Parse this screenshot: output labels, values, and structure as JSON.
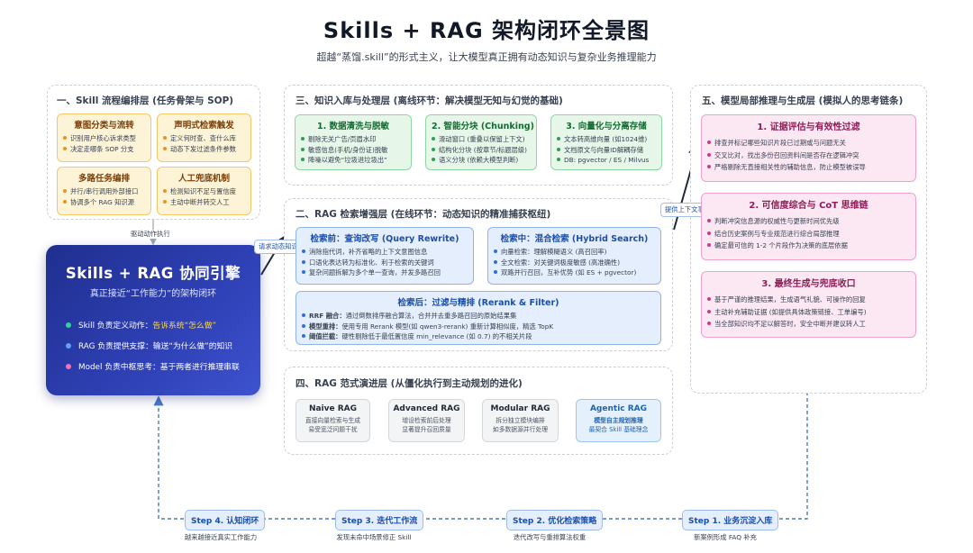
{
  "title": "Skills + RAG 架构闭环全景图",
  "subtitle": "超越“蒸馏.skill”的形式主义，让大模型真正拥有动态知识与复杂业务推理能力",
  "colors": {
    "orange": "#e8931c",
    "green": "#2f9e51",
    "blue": "#2f6fd6",
    "pink": "#d0368a",
    "engine": "#2e3fb3",
    "arrow": "#4a78c9"
  },
  "skill_layer": {
    "title": "一、Skill 流程编排层 (任务骨架与 SOP)",
    "cards": [
      {
        "title": "意图分类与流转",
        "items": [
          "识别用户核心诉求类型",
          "决定走哪条 SOP 分支"
        ]
      },
      {
        "title": "声明式检索触发",
        "items": [
          "定义何时查、查什么库",
          "动态下发过滤条件参数"
        ]
      },
      {
        "title": "多路任务编排",
        "items": [
          "并行/串行调用外部接口",
          "协调多个 RAG 知识源"
        ]
      },
      {
        "title": "人工兜底机制",
        "items": [
          "检测知识不足与置信度",
          "主动中断并转交人工"
        ]
      }
    ],
    "drive_label": "驱动动作执行"
  },
  "engine": {
    "title": "Skills + RAG 协同引擎",
    "subtitle": "真正接近“工作能力”的架构闭环",
    "rows": [
      {
        "prefix": "Skill 负责定义动作：",
        "highlight": "告诉系统“怎么做”",
        "color": "#34d399"
      },
      {
        "prefix": "RAG 负责提供支撑：输送“为什么做”的知识",
        "highlight": "",
        "color": "#60a5fa"
      },
      {
        "prefix": "Model 负责中枢思考：基于两者进行推理串联",
        "highlight": "",
        "color": "#f472b6"
      }
    ]
  },
  "knowledge_layer": {
    "title": "三、知识入库与处理层 (离线环节：解决模型无知与幻觉的基础)",
    "cards": [
      {
        "title": "1. 数据清洗与脱敏",
        "items": [
          "剔除无关广告/页眉水印",
          "敏感信息(手机/身份证)脱敏",
          "降噪以避免“垃圾进垃圾出”"
        ]
      },
      {
        "title": "2. 智能分块 (Chunking)",
        "items": [
          "滑动窗口 (重叠以保留上下文)",
          "结构化分块 (按章节/标题层级)",
          "语义分块 (依赖大模型判断)"
        ]
      },
      {
        "title": "3. 向量化与分离存储",
        "items": [
          "文本转高维向量 (如1024维)",
          "文档原文与向量ID解耦存储",
          "DB: pgvector / ES / Milvus"
        ]
      }
    ]
  },
  "retrieval_layer": {
    "title": "二、RAG 检索增强层 (在线环节：动态知识的精准捕获枢纽)",
    "request_tag": "请求动态知识",
    "pre": {
      "title": "检索前：查询改写 (Query Rewrite)",
      "items": [
        "消除指代词，补齐省略的上下文意图信息",
        "口语化表达转为标准化、利于检索的关键词",
        "复杂问题拆解为多个单一查询，并发多路召回"
      ]
    },
    "mid": {
      "title": "检索中：混合检索 (Hybrid Search)",
      "items": [
        "向量检索：理解模糊语义 (高召回率)",
        "全文检索：对关键词极度敏感 (高准确性)",
        "双路并行召回，互补优势 (如 ES + pgvector)"
      ]
    },
    "post": {
      "title": "检索后：过滤与精排 (Rerank & Filter)",
      "items": [
        {
          "bold": "RRF 融合：",
          "text": "通过倒数排序融合算法，合并并去重多路召回的原始结果集"
        },
        {
          "bold": "模型重排：",
          "text": "使用专用 Rerank 模型(如 qwen3-rerank) 重新计算相似度，精选 TopK"
        },
        {
          "bold": "阈值拦截：",
          "text": "硬性剔除低于最低置信度 min_relevance (如 0.7) 的不相关片段"
        }
      ]
    }
  },
  "paradigm_layer": {
    "title": "四、RAG 范式演进层 (从僵化执行到主动规划的进化)",
    "stages": [
      {
        "title": "Naive RAG",
        "items": [
          "直接向量检索与生成",
          "易受宽泛问题干扰"
        ]
      },
      {
        "title": "Advanced RAG",
        "items": [
          "增设检索前后处理",
          "显著提升召回质量"
        ]
      },
      {
        "title": "Modular RAG",
        "items": [
          "拆分独立模块编排",
          "如多数据源并行处理"
        ]
      },
      {
        "title": "Agentic RAG",
        "items": [
          "模型自主规划推理",
          "最契合 Skill 基础理念"
        ]
      }
    ]
  },
  "reasoning_layer": {
    "title": "五、模型局部推理与生成层 (模拟人的思考链条)",
    "context_tag": "提供上下文事实",
    "cards": [
      {
        "title": "1. 证据评估与有效性过滤",
        "items": [
          "排查并标记哪些知识片段已过期或与问题无关",
          "交叉比对，找出多份召回资料间是否存在逻辑冲突",
          "严格剔除无直接相关性的辅助信息，防止模型被误导"
        ]
      },
      {
        "title": "2. 可信度综合与 CoT 思维链",
        "items": [
          "判断冲突信息源的权威性与更新时间优先级",
          "结合历史案例与专业规范进行综合局部推理",
          "确定最可信的 1-2 个片段作为决策的底层依据"
        ]
      },
      {
        "title": "3. 最终生成与兜底收口",
        "items": [
          "基于严谨的推理结果，生成语气礼貌、可操作的回复",
          "主动补充辅助证据 (如提供具体政策链接、工单编号)",
          "当全部知识均不足以解答时，安全中断并建议转人工"
        ]
      }
    ]
  },
  "steps": [
    {
      "label": "Step 4. 认知闭环",
      "desc": "越来越接近真实工作能力"
    },
    {
      "label": "Step 3. 迭代工作流",
      "desc": "发现未命中场景修正 Skill"
    },
    {
      "label": "Step 2. 优化检索策略",
      "desc": "迭代改写与重排算法权重"
    },
    {
      "label": "Step 1. 业务沉淀入库",
      "desc": "新案例形成 FAQ 补充"
    }
  ]
}
